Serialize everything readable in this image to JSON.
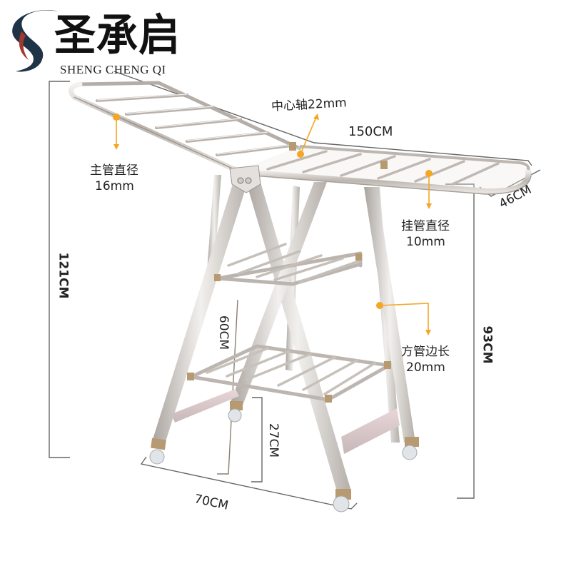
{
  "brand": {
    "name_cn": "圣承启",
    "name_en": "SHENG CHENG QI",
    "colors": {
      "swoosh_dark": "#1f3346",
      "swoosh_red": "#a0382c",
      "text": "#111111"
    }
  },
  "annotations": {
    "center_axis": {
      "label": "中心轴22mm"
    },
    "main_tube": {
      "line1": "主管直径",
      "line2": "16mm"
    },
    "hanging_tube": {
      "line1": "挂管直径",
      "line2": "10mm"
    },
    "square_tube": {
      "line1": "方管边长",
      "line2": "20mm"
    },
    "marker_color": "#f5a623"
  },
  "dimensions": {
    "total_width": "150CM",
    "wing_depth": "46CM",
    "total_height": "121CM",
    "frame_height": "93CM",
    "shelf_spacing": "60CM",
    "bottom_clearance": "27CM",
    "base_width": "70CM",
    "line_color": "#555555"
  },
  "product": {
    "metal_color": "#c9c4c0",
    "highlight_color": "#efecea",
    "cap_color": "#b89a72",
    "wheel_color": "#dfe2e6"
  }
}
